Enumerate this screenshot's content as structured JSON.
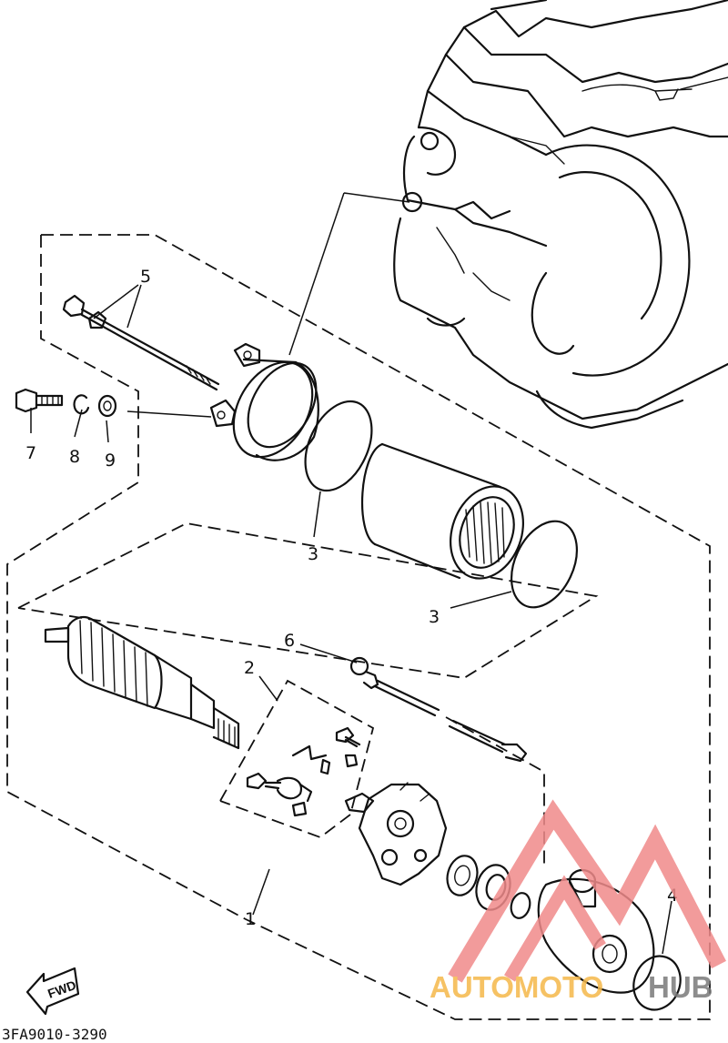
{
  "parts": {
    "p1": "1",
    "p2": "2",
    "p3a": "3",
    "p3b": "3",
    "p4": "4",
    "p5": "5",
    "p6": "6",
    "p7": "7",
    "p8": "8",
    "p9": "9"
  },
  "diagram_code": "3FA9010-3290",
  "fwd_label": "FWD",
  "watermark": {
    "text_left": "AUTOMOTO",
    "text_right": "HUB",
    "color_primary": "#f08a8a",
    "color_secondary": "#f5b84a",
    "color_dark": "#7a7a7a"
  }
}
